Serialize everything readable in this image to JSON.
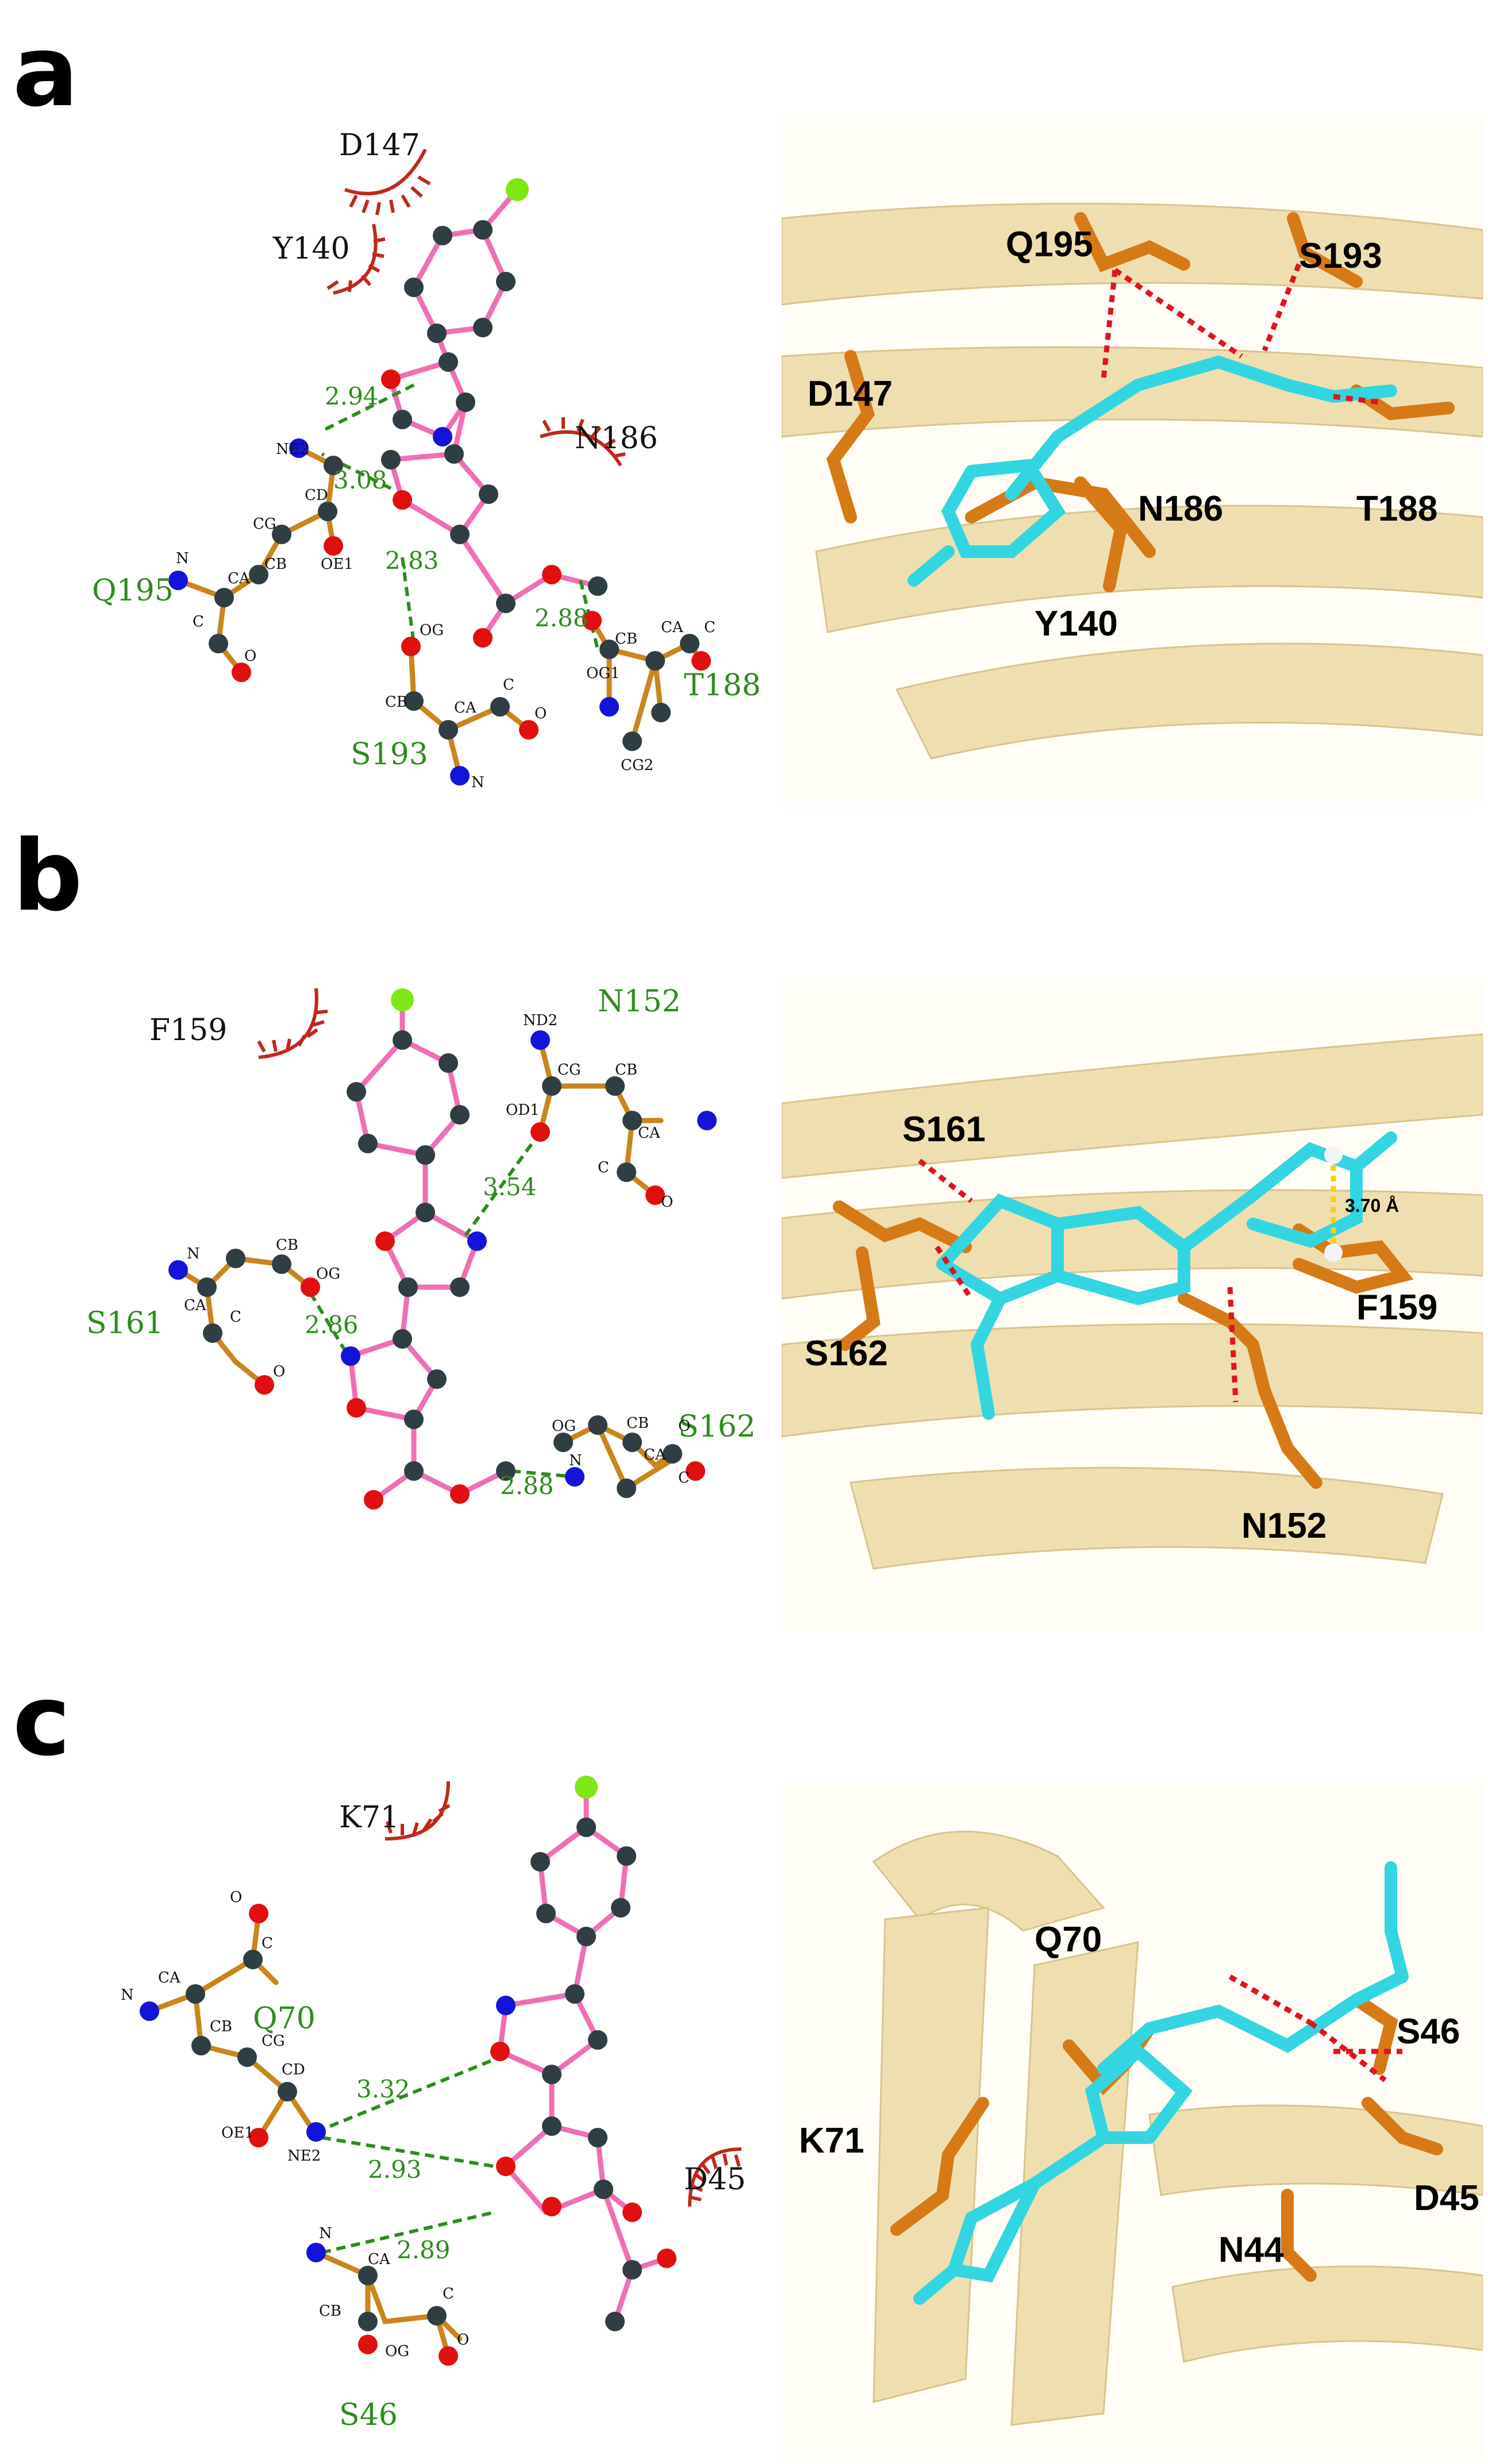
{
  "panels": [
    {
      "letter": "a",
      "ligplot": {
        "hydrophobic": [
          "D147",
          "Y140",
          "N186"
        ],
        "residues": [
          "Q195",
          "S193",
          "T188"
        ],
        "distances": [
          "2.94",
          "3.08",
          "2.83",
          "2.88"
        ],
        "atoms": {
          "ne2": "NE2",
          "cd": "CD",
          "cg": "CG",
          "cb": "CB",
          "ca": "CA",
          "c": "C",
          "oe1": "OE1",
          "n": "N",
          "o": "O",
          "og": "OG",
          "og1": "OG1",
          "cg2": "CG2"
        }
      },
      "view3d": {
        "labels": [
          "Q195",
          "S193",
          "D147",
          "N186",
          "T188",
          "Y140"
        ]
      }
    },
    {
      "letter": "b",
      "ligplot": {
        "hydrophobic": [
          "F159"
        ],
        "residues": [
          "N152",
          "S161",
          "S162"
        ],
        "distances": [
          "3.54",
          "2.86",
          "2.88"
        ],
        "atoms": {
          "nd2": "ND2",
          "cg": "CG",
          "cb": "CB",
          "od1": "OD1",
          "n": "N",
          "ca": "CA",
          "c": "C",
          "o": "O",
          "og": "OG"
        }
      },
      "view3d": {
        "labels": [
          "S161",
          "S162",
          "F159",
          "N152"
        ],
        "pi_distance": "3.70 Å"
      }
    },
    {
      "letter": "c",
      "ligplot": {
        "hydrophobic": [
          "K71",
          "D45"
        ],
        "residues": [
          "Q70",
          "S46"
        ],
        "distances": [
          "3.32",
          "2.93",
          "2.89"
        ],
        "atoms": {
          "o": "O",
          "c": "C",
          "n": "N",
          "ca": "CA",
          "cb": "CB",
          "cg": "CG",
          "cd": "CD",
          "oe1": "OE1",
          "ne2": "NE2",
          "og": "OG"
        }
      },
      "view3d": {
        "labels": [
          "Q70",
          "S46",
          "K71",
          "D45",
          "N44"
        ]
      }
    }
  ],
  "colors": {
    "ligand_bond": "#ef6fb4",
    "residue_bond": "#c8861c",
    "carbon": "#2f3e42",
    "nitrogen": "#1414d8",
    "oxygen": "#e01010",
    "chlorine": "#7ee814",
    "hbond": "#2e8b1e",
    "hydrophobic": "#c0281c",
    "cartoon": "#efdfb0",
    "cyan_stick": "#33d6e0",
    "orange_stick": "#d67a18",
    "red_dash": "#e0141c"
  }
}
